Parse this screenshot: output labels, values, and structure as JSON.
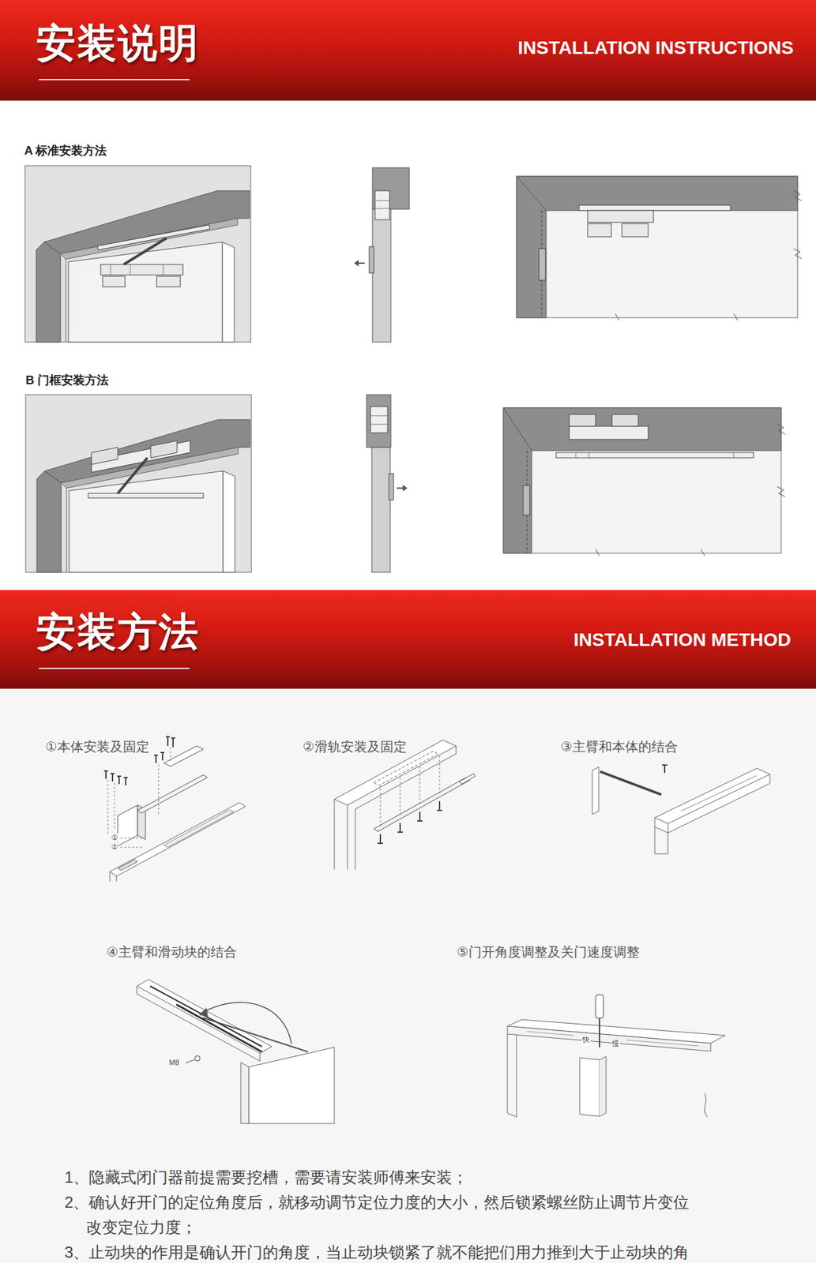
{
  "diagram": {
    "nodes": [
      {
        "text": [
          "安装说明",
          "INSTALLATION INSTRUCTIONS"
        ]
      },
      {
        "text": [
          "安装方法",
          "INSTALLATION METHOD"
        ]
      }
    ],
    "labels": [
      "A 标准安装方法",
      "B 门框安装方法",
      "①本体安装及固定",
      "②滑轨安装及固定",
      "③主臂和本体的结合",
      "①",
      "②",
      "④主臂和滑动块的结合",
      "⑤门开角度调整及关门速度调整",
      "M8",
      "快",
      "慢",
      "1、隐藏式闭门器前提需要挖槽，需要请安装师傅来安装；",
      "2、确认好开门的定位角度后，就移动调节定位力度的大小，然后锁紧螺丝防止调节片变位改变定位力度；",
      "3、止动块的作用是确认开门的角度，当止动块锁紧了就不能把们用力推到大于止动块的角"
    ]
  }
}
